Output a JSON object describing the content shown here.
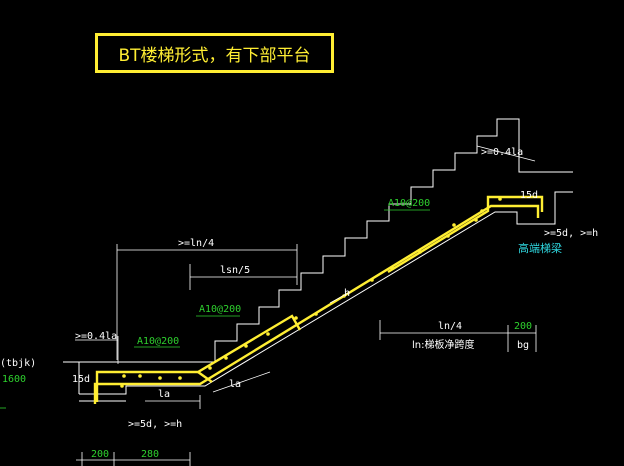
{
  "title": "BT楼梯形式，有下部平台",
  "labels": {
    "top_anchor": ">=0.4la",
    "left_anchor": ">=0.4la",
    "top_15d": "15d",
    "left_15d": "15d",
    "top_hook": ">=5d, >=h",
    "bottom_hook": ">=5d, >=h",
    "high_beam": "高端梯梁",
    "ln_quarter_top": ">=ln/4",
    "lsn5": "lsn/5",
    "rebar_top": "A10@200",
    "rebar_mid": "A10@200",
    "rebar_left": "A10@200",
    "h_mark": "h",
    "la_lower": "la",
    "la_upper": "la",
    "ln_quarter_right": "ln/4",
    "dim_200_right": "200",
    "ln_span": "ln:梯板净跨度",
    "bg": "bg",
    "tbjk": "(tbjk)",
    "val_1600": "1600",
    "dim_200_bottom": "200",
    "dim_280_bottom": "280"
  },
  "colors": {
    "background": "#000000",
    "outline": "#ffffff",
    "rebar": "#ffee33",
    "note_green": "#2ed12e",
    "note_cyan": "#2fd8e0"
  }
}
